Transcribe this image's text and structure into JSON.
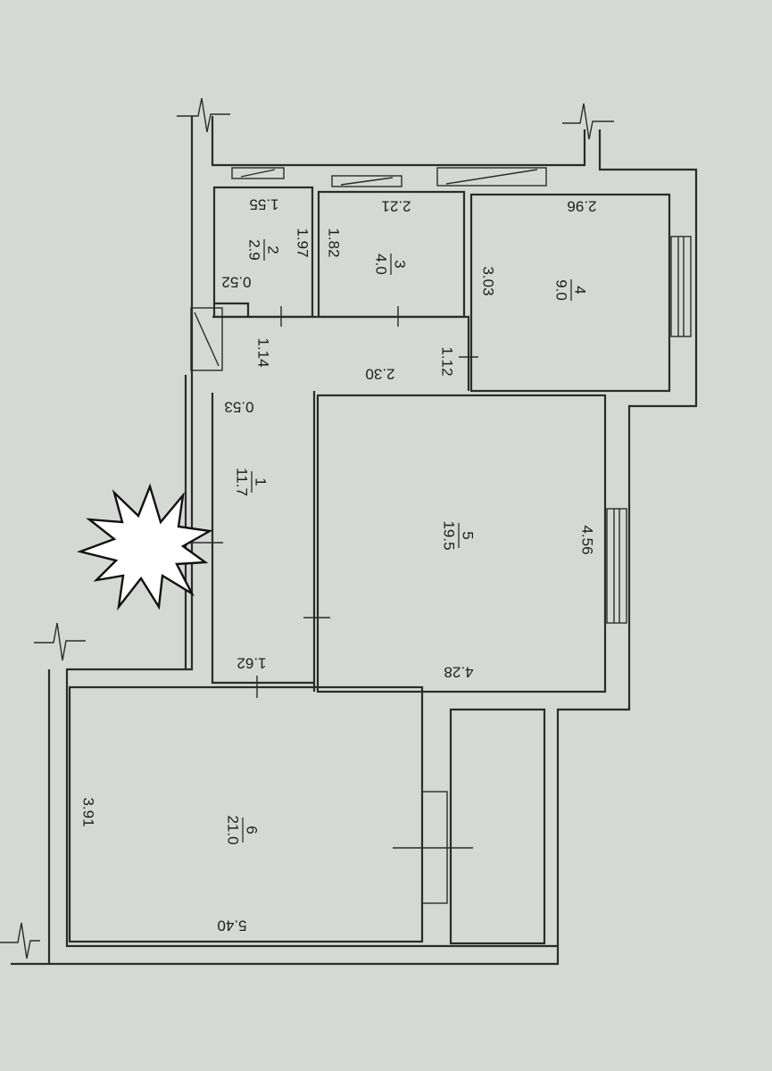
{
  "rooms": [
    {
      "id": "1",
      "number": "1",
      "area": "11.7"
    },
    {
      "id": "2",
      "number": "2",
      "area": "2.9"
    },
    {
      "id": "3",
      "number": "3",
      "area": "4.0"
    },
    {
      "id": "4",
      "number": "4",
      "area": "9.0"
    },
    {
      "id": "5",
      "number": "5",
      "area": "19.5"
    },
    {
      "id": "6",
      "number": "6",
      "area": "21.0"
    }
  ],
  "dimensions": {
    "d155": "1.55",
    "d221": "2.21",
    "d296": "2.96",
    "d197": "1.97",
    "d182": "1.82",
    "d303": "3.03",
    "d052": "0.52",
    "d114": "1.14",
    "d230": "2.30",
    "d112": "1.12",
    "d053": "0.53",
    "d456": "4.56",
    "d162": "1.62",
    "d428": "4.28",
    "d391": "3.91",
    "d540": "5.40"
  },
  "colors": {
    "paper": "#d6d8d6",
    "line": "#2b2b2b",
    "text": "#1e1e1e",
    "marker_fill": "#ffffff"
  }
}
